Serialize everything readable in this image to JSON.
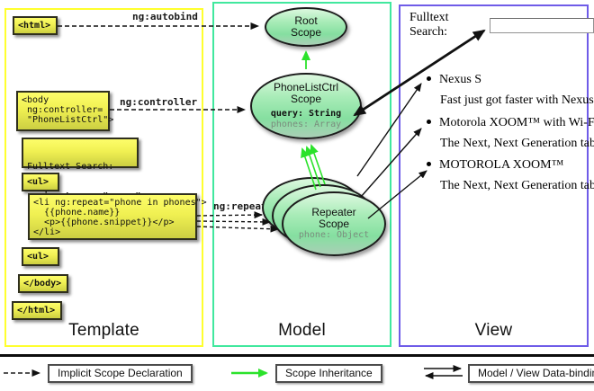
{
  "template": {
    "label": "Template",
    "boxes": {
      "html_open": "<html>",
      "body_open": "<body\n ng:controller=\n \"PhoneListCtrl\">",
      "fulltext_label": "Fulltext Search:",
      "fulltext_input": "  <input name=\"query\">",
      "ul_open": "<ul>",
      "li_repeat": "<li ng:repeat=\"phone in phones\">\n  {{phone.name}}\n  <p>{{phone.snippet}}</p>\n</li>",
      "ul_close": "<ul>",
      "body_close": "</body>",
      "html_close": "</html>"
    }
  },
  "arrows": {
    "autobind_label": "ng:autobind",
    "controller_label": "ng:controller",
    "repeat_label": "ng:repeat"
  },
  "model": {
    "label": "Model",
    "root_scope_title": "Root\nScope",
    "phonelistctrl_title": "PhoneListCtrl\nScope",
    "phonelistctrl_query": "query: String",
    "phonelistctrl_phones": "phones: Array",
    "repeater_title": "Repeater\nScope",
    "repeater_phone": "phone: Object"
  },
  "view": {
    "label": "View",
    "search_label": "Fulltext Search:",
    "items": [
      {
        "title": "Nexus S",
        "snippet": "Fast just got faster with Nexus S."
      },
      {
        "title": "Motorola XOOM™ with Wi-Fi",
        "snippet": "The Next, Next Generation tablet."
      },
      {
        "title": "MOTOROLA XOOM™",
        "snippet": "The Next, Next Generation tablet."
      }
    ]
  },
  "legend": {
    "implicit_scope": "Implicit Scope Declaration",
    "scope_inheritance": "Scope Inheritance",
    "data_binding": "Model / View Data-binding"
  },
  "colors": {
    "template_border": "#ffff2e",
    "model_border": "#41e89e",
    "view_border": "#6f5ce8",
    "inheritance_green": "#2be22b",
    "code_box_yellow": "#f0f052",
    "scope_fill_green": "#8ee2a2"
  }
}
